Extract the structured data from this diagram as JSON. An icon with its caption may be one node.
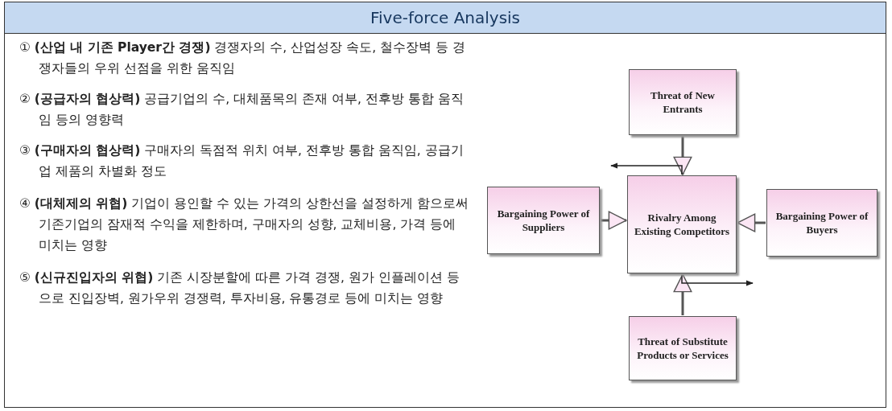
{
  "diagram": {
    "title": "Five-force Analysis",
    "nodes": [
      {
        "text": [
          "Threat of New Entrants"
        ]
      },
      {
        "text": [
          "Bargaining Power of Suppliers"
        ]
      },
      {
        "text": [
          "Rivalry Among Existing Competitors"
        ]
      },
      {
        "text": [
          "Bargaining Power of Buyers"
        ]
      },
      {
        "text": [
          "Threat of Substitute Products or Services"
        ]
      }
    ],
    "edges": [
      {
        "from": 0,
        "to": 2,
        "arrow": "to"
      },
      {
        "from": 1,
        "to": 2,
        "arrow": "to"
      },
      {
        "from": 3,
        "to": 2,
        "arrow": "to"
      },
      {
        "from": 4,
        "to": 2,
        "arrow": "to"
      },
      {
        "from": 2,
        "to": null,
        "arrow": "to"
      },
      {
        "from": 2,
        "to": null,
        "arrow": "to"
      }
    ],
    "labels": [
      "① **(산업 내 기존 Player간 경쟁)** 경쟁자의 수, 산업성장 속도, 철수장벽 등 경쟁자들의 우위 선점을 위한 움직임",
      "② **(공급자의 협상력)** 공급기업의 수, 대체품목의 존재 여부, 전후방 통합 움직임 등의 영향력",
      "③ **(구매자의 협상력)** 구매자의 독점적 위치 여부, 전후방 통합 움직임, 공급기업 제품의 차별화 정도",
      "④ **(대체제의 위협)** 기업이 용인할 수 있는 가격의 상한선을 설정하게 함으로써 기존기업의 잠재적 수익을 제한하며, 구매자의 성향, 교체비용, 가격 등에 미치는 영향",
      "⑤ **(신규진입자의 위협)** 기존 시장분할에 따른 가격 경쟁, 원가 인플레이션 등으로 진입장벽, 원가우위 경쟁력, 투자비용, 유통경로 등에 미치는 영향"
    ]
  }
}
